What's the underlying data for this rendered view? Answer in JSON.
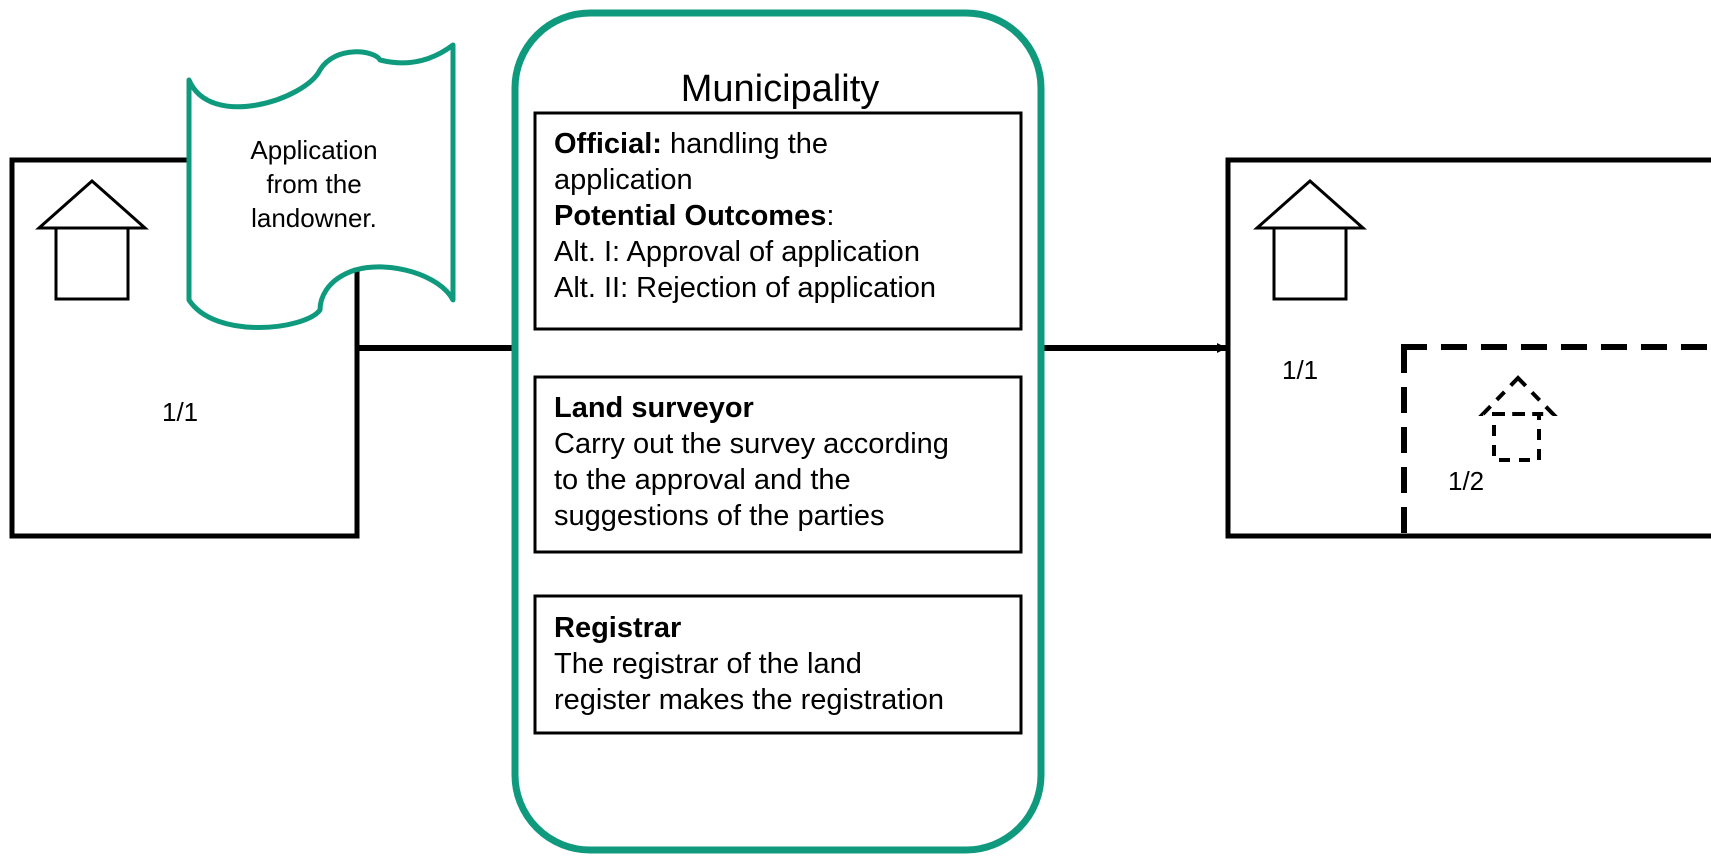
{
  "colors": {
    "accent": "#0f9a7e",
    "line": "#000000"
  },
  "application": {
    "text_lines": [
      "Application",
      "from the",
      "landowner."
    ]
  },
  "municipality": {
    "title": "Municipality",
    "official": {
      "label": "Official:",
      "label_rest": " handling the",
      "line2": "application",
      "outcomes_label": "Potential Outcomes",
      "outcomes_colon": ":",
      "alt1": "Alt. I: Approval of application",
      "alt2": "Alt. II: Rejection of application"
    },
    "surveyor": {
      "label": "Land surveyor",
      "lines": [
        "Carry out the survey according",
        "to the approval and the",
        "suggestions of the parties"
      ]
    },
    "registrar": {
      "label": "Registrar",
      "lines": [
        "The registrar of the land",
        "register makes the registration"
      ]
    }
  },
  "parcel_before": {
    "label": "1/1"
  },
  "parcel_after": {
    "label_main": "1/1",
    "label_new": "1/2"
  },
  "icons": [
    "house-icon",
    "house-icon",
    "dashed-house-icon",
    "document-scroll-icon",
    "arrow-right-icon"
  ]
}
